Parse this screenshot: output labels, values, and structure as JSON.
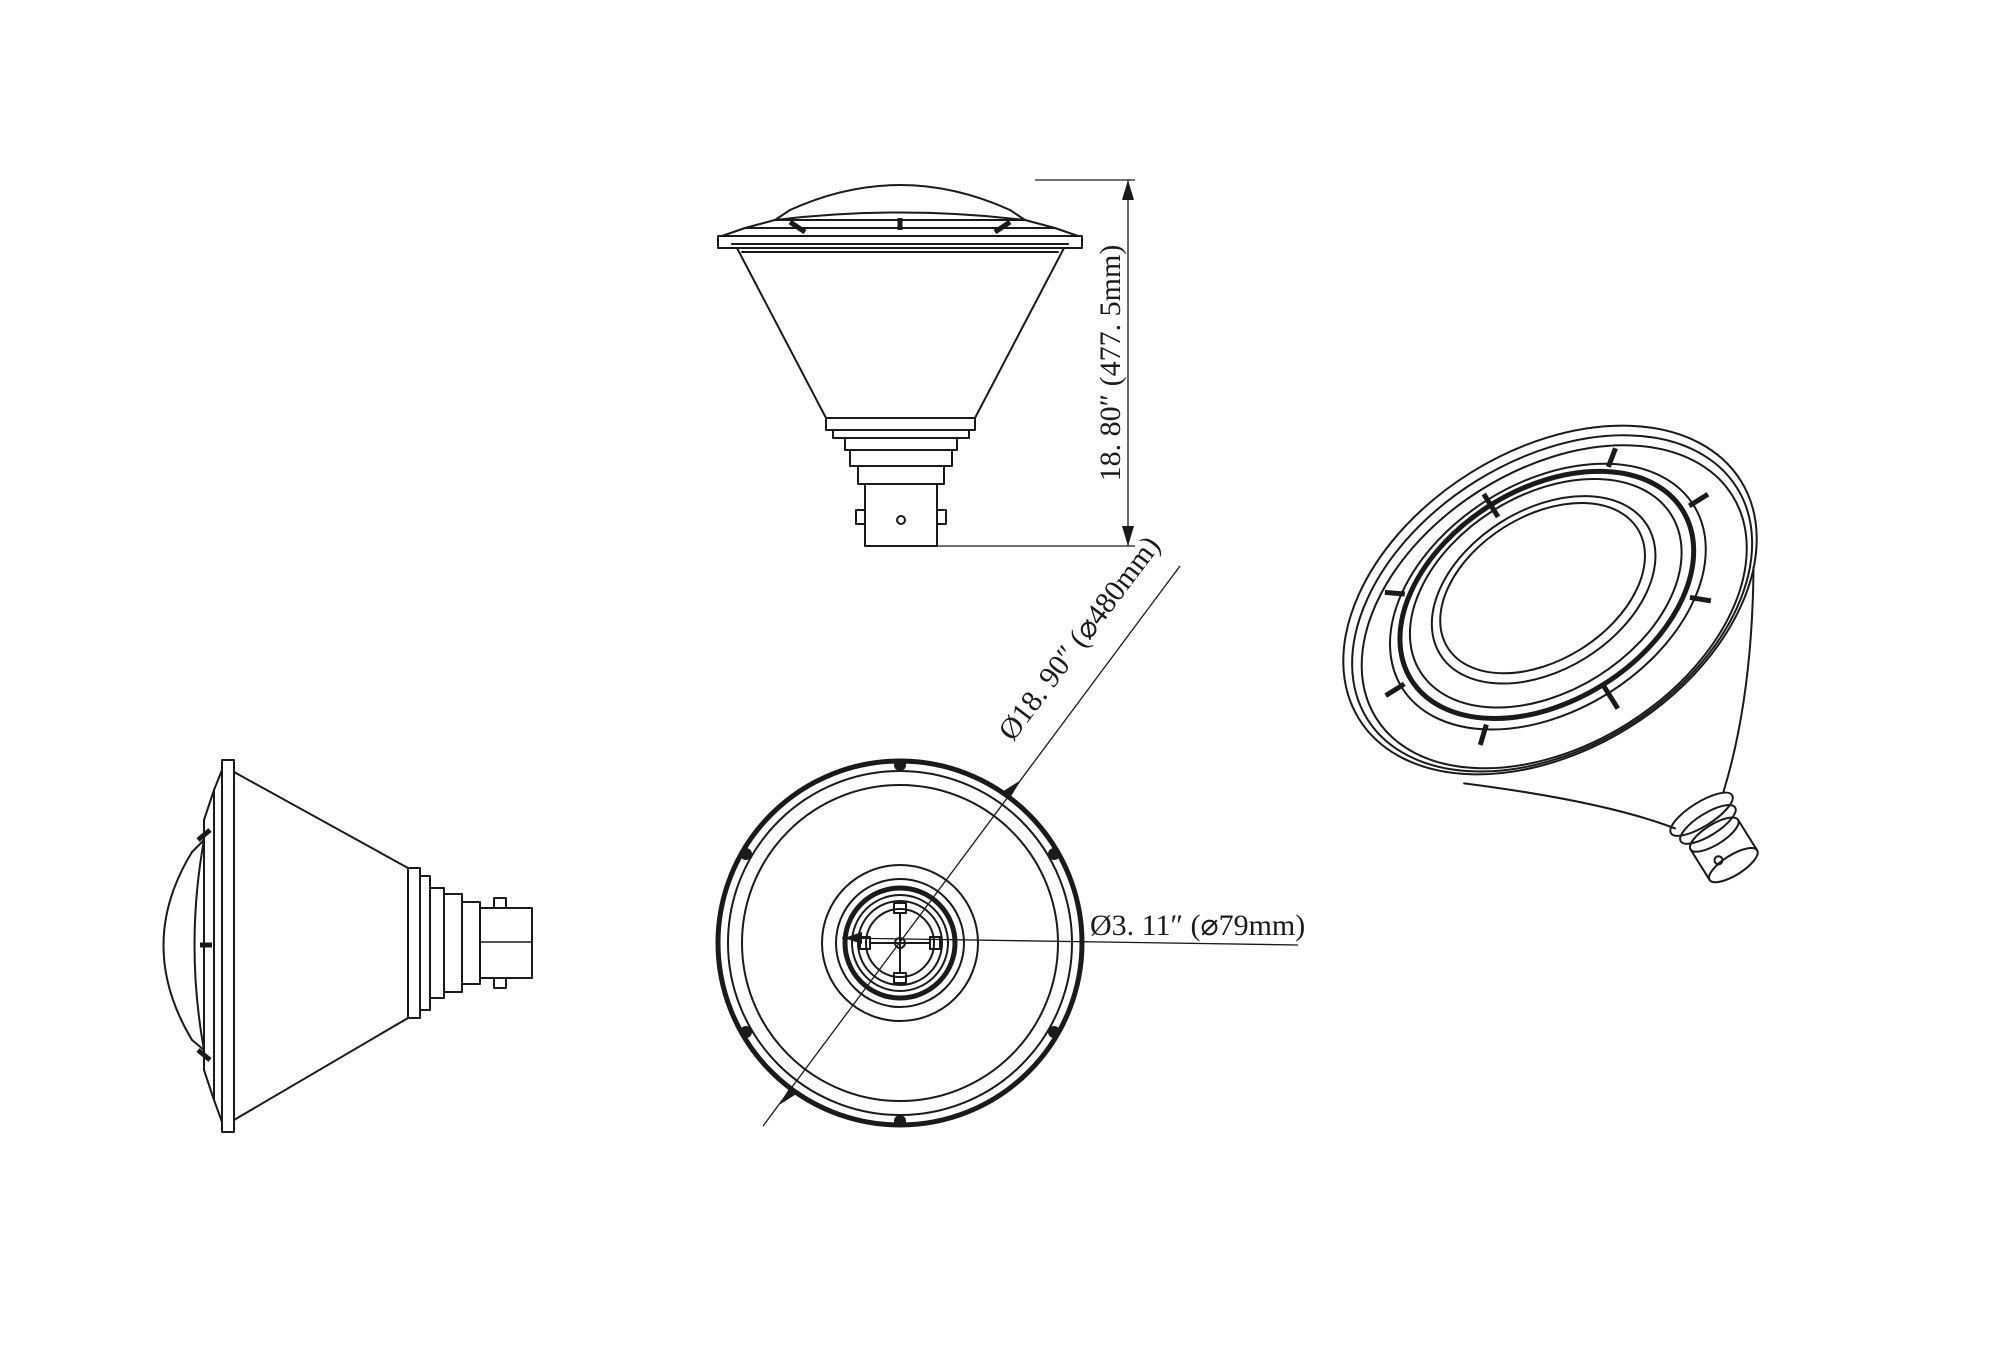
{
  "dimensions": {
    "height_label": "18. 80″ (477. 5mm)",
    "outer_diameter_label": "Ø18. 90″ (⌀480mm)",
    "inner_diameter_label": "Ø3. 11″ (⌀79mm)"
  },
  "colors": {
    "line": "#1a1a1a",
    "background": "#ffffff"
  }
}
